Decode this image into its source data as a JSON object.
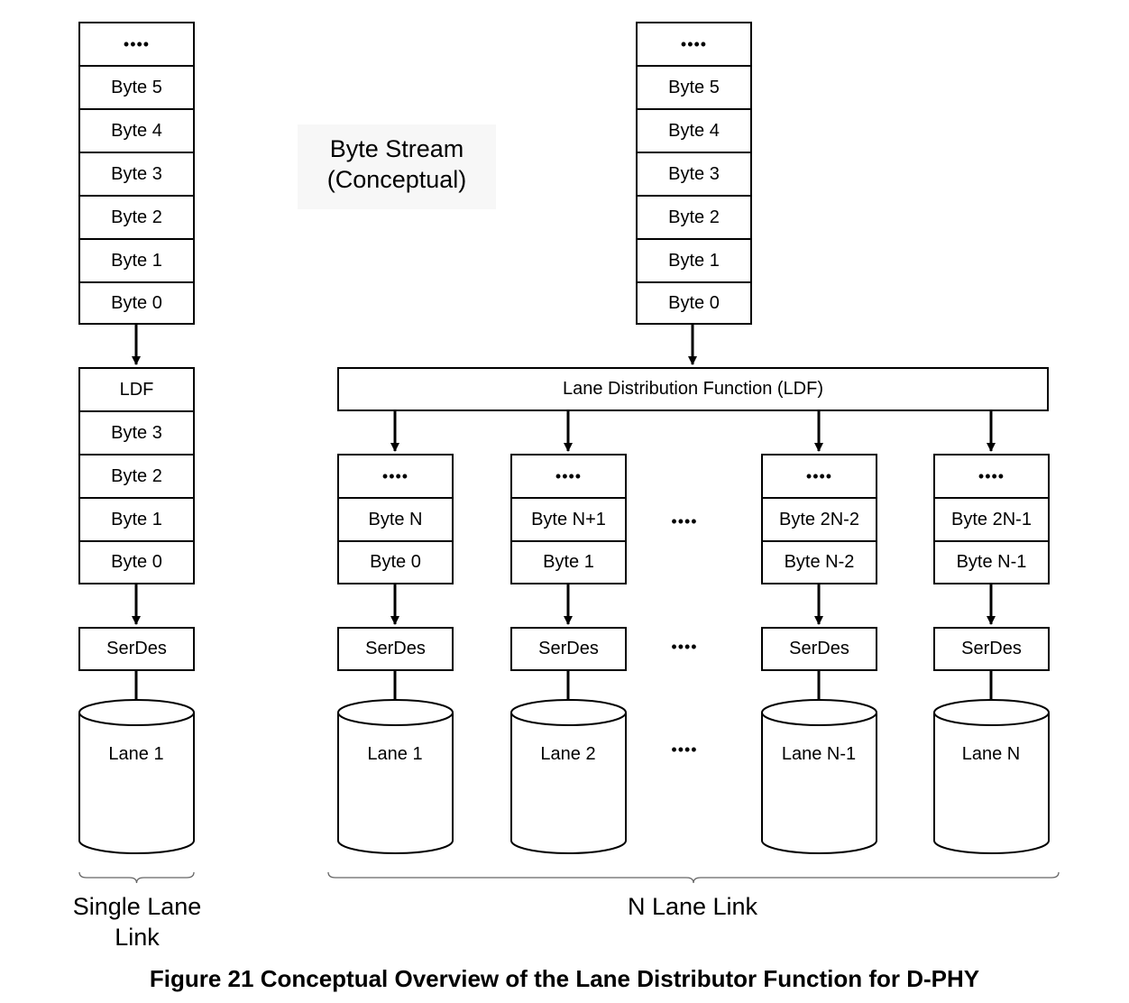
{
  "byte_stream_label": [
    "Byte Stream",
    "(Conceptual)"
  ],
  "dots": "••••",
  "left_stream": {
    "cells": [
      "••••",
      "Byte 5",
      "Byte 4",
      "Byte 3",
      "Byte 2",
      "Byte 1",
      "Byte 0"
    ]
  },
  "right_stream": {
    "cells": [
      "••••",
      "Byte 5",
      "Byte 4",
      "Byte 3",
      "Byte 2",
      "Byte 1",
      "Byte 0"
    ]
  },
  "single_ldf": {
    "cells": [
      "LDF",
      "Byte 3",
      "Byte 2",
      "Byte 1",
      "Byte 0"
    ]
  },
  "ldf_bar": "Lane Distribution Function (LDF)",
  "serdes_label": "SerDes",
  "single_lane": {
    "lane": "Lane 1",
    "group_label": [
      "Single Lane",
      "Link"
    ]
  },
  "n_lanes": [
    {
      "top": "••••",
      "cells": [
        "Byte N",
        "Byte 0"
      ],
      "lane": "Lane 1"
    },
    {
      "top": "••••",
      "cells": [
        "Byte N+1",
        "Byte 1"
      ],
      "lane": "Lane 2"
    },
    {
      "top": "••••",
      "cells": [
        "Byte 2N-2",
        "Byte N-2"
      ],
      "lane": "Lane N-1"
    },
    {
      "top": "••••",
      "cells": [
        "Byte 2N-1",
        "Byte N-1"
      ],
      "lane": "Lane N"
    }
  ],
  "n_lane_group_label": "N Lane Link",
  "caption": "Figure 21 Conceptual Overview of the Lane Distributor Function for D-PHY"
}
